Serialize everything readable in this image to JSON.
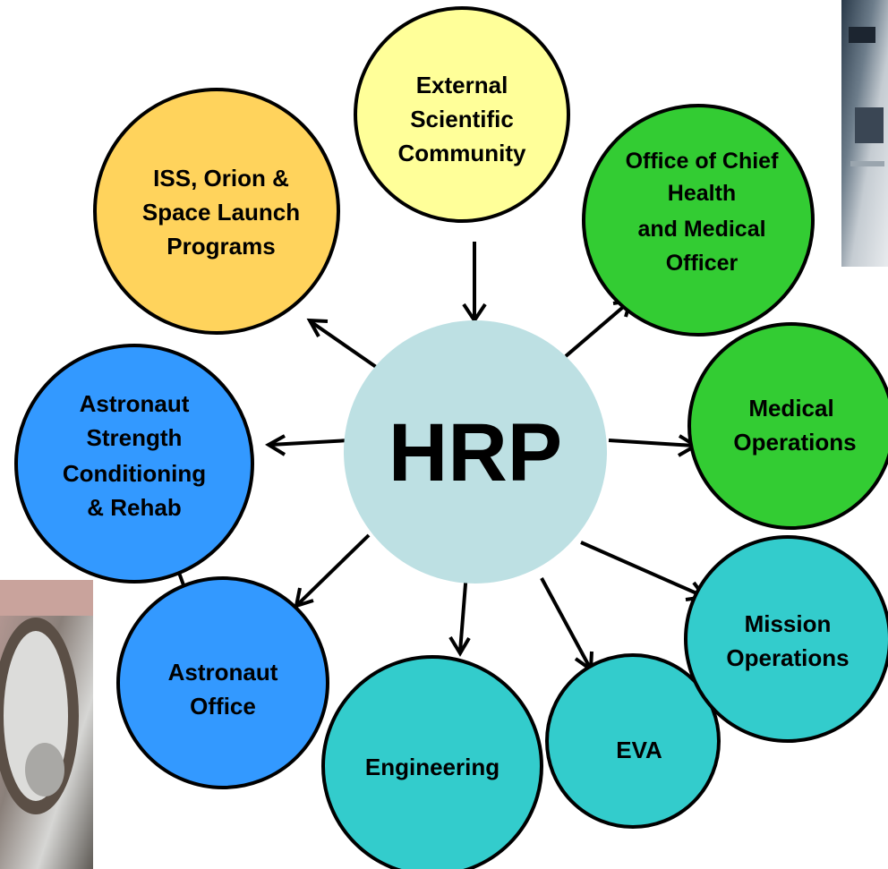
{
  "hub": {
    "label": "HRP",
    "color": "#bde0e3"
  },
  "nodes": [
    {
      "id": "external",
      "lines": [
        "External",
        "Scientific",
        "Community"
      ],
      "color": "#ffff99"
    },
    {
      "id": "iss",
      "lines": [
        "ISS, Orion &",
        "Space Launch",
        "Programs"
      ],
      "color": "#ffd35c"
    },
    {
      "id": "ochmo",
      "lines": [
        "Office of Chief",
        "Health",
        "and Medical",
        "Officer"
      ],
      "color": "#33cc33"
    },
    {
      "id": "medops",
      "lines": [
        "Medical",
        "Operations"
      ],
      "color": "#33cc33"
    },
    {
      "id": "ascr",
      "lines": [
        "Astronaut",
        "Strength",
        "Conditioning",
        "& Rehab"
      ],
      "color": "#3399ff"
    },
    {
      "id": "astro",
      "lines": [
        "Astronaut",
        "Office"
      ],
      "color": "#3399ff"
    },
    {
      "id": "eng",
      "lines": [
        "Engineering"
      ],
      "color": "#33cccc"
    },
    {
      "id": "eva",
      "lines": [
        "EVA"
      ],
      "color": "#33cccc"
    },
    {
      "id": "missionops",
      "lines": [
        "Mission",
        "Operations"
      ],
      "color": "#33cccc"
    }
  ],
  "photos": [
    {
      "id": "photo-top-right",
      "description_icon": "cockpit-panel-photo"
    },
    {
      "id": "photo-bottom-left",
      "description_icon": "spacesuit-hatch-photo"
    }
  ]
}
